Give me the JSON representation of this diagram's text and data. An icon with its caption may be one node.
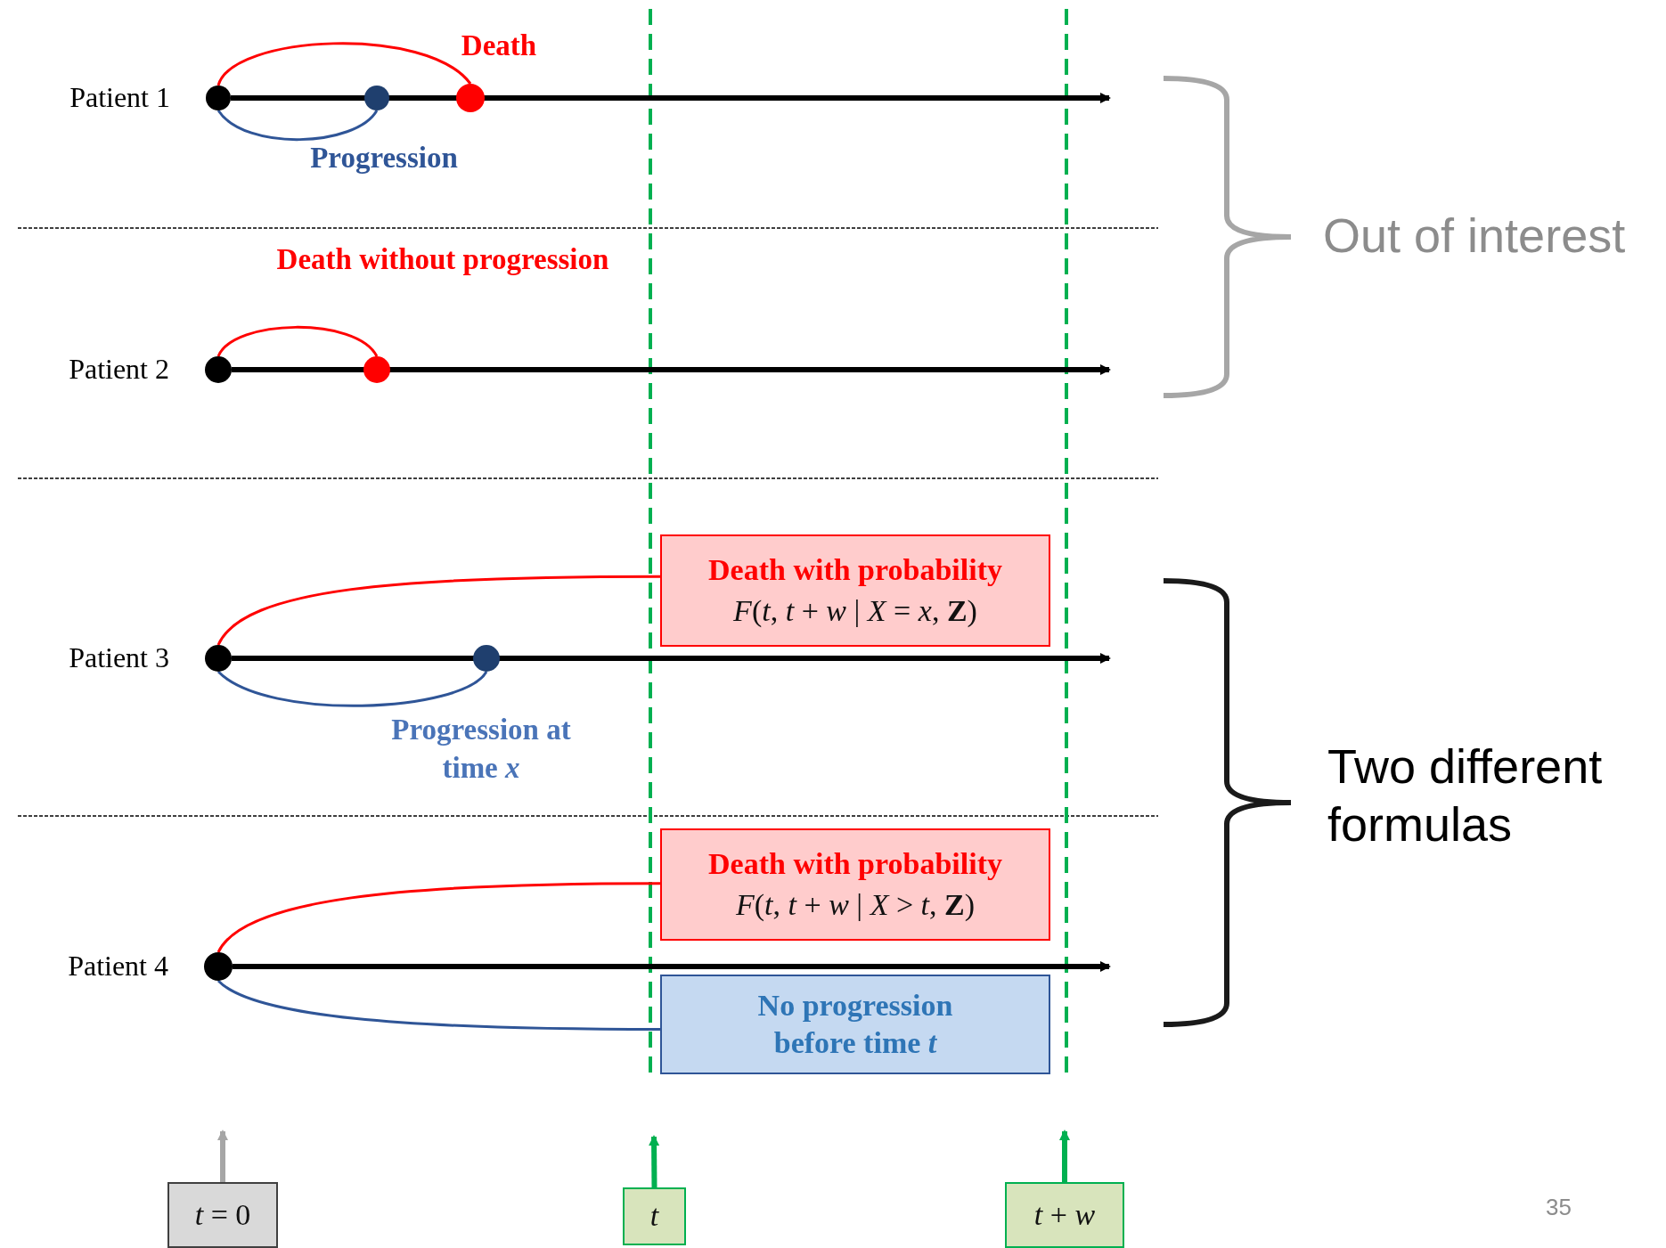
{
  "diagram": {
    "nodes": [
      {
        "text": [],
        "shape": "circle",
        "beside": [
          "Patient 1"
        ]
      },
      {
        "text": [],
        "shape": "circle"
      },
      {
        "text": [],
        "shape": "circle"
      },
      {
        "text": [],
        "shape": "circle",
        "beside": [
          "Patient 2"
        ]
      },
      {
        "text": [],
        "shape": "circle"
      },
      {
        "text": [],
        "shape": "circle",
        "beside": [
          "Patient 3"
        ]
      },
      {
        "text": [],
        "shape": "circle"
      },
      {
        "text": [
          "Death with probability",
          "*F*(*t*, *t* + *w* | *X* = *x*, **Z**)"
        ]
      },
      {
        "text": [],
        "shape": "circle",
        "beside": [
          "Patient 4"
        ]
      },
      {
        "text": [
          "Death with probability",
          "*F*(*t*, *t* + *w* | *X* > *t*, **Z**)"
        ]
      },
      {
        "text": [
          "No progression before time *t*"
        ]
      },
      {
        "text": [
          "*t* = 0"
        ]
      },
      {
        "text": [
          "*t*"
        ]
      },
      {
        "text": [
          "*t* + *w*"
        ]
      }
    ],
    "edges": [
      {
        "from": 0,
        "to": null,
        "arrow": "to",
        "style": "thick"
      },
      {
        "from": 0,
        "to": 2,
        "arrow": "none",
        "label": "Death",
        "color": "#ff0000"
      },
      {
        "from": 0,
        "to": 1,
        "arrow": "none",
        "label": "Progression",
        "color": "#2f5597"
      },
      {
        "from": 3,
        "to": null,
        "arrow": "to",
        "style": "thick"
      },
      {
        "from": 3,
        "to": 4,
        "arrow": "none",
        "label": "Death without progression",
        "color": "#ff0000"
      },
      {
        "from": 5,
        "to": null,
        "arrow": "to",
        "style": "thick"
      },
      {
        "from": 5,
        "to": 7,
        "arrow": "none",
        "color": "#ff0000"
      },
      {
        "from": 5,
        "to": 6,
        "arrow": "none",
        "label": "Progression at time *x*",
        "color": "#2f5597"
      },
      {
        "from": 8,
        "to": null,
        "arrow": "to",
        "style": "thick"
      },
      {
        "from": 8,
        "to": 9,
        "arrow": "none",
        "color": "#ff0000"
      },
      {
        "from": 8,
        "to": 10,
        "arrow": "none",
        "color": "#2f5597"
      },
      {
        "from": 11,
        "to": null,
        "arrow": "to",
        "color": "#a6a6a6",
        "style": "thick"
      },
      {
        "from": 12,
        "to": null,
        "arrow": "to",
        "color": "#00b050",
        "style": "thick"
      },
      {
        "from": 13,
        "to": null,
        "arrow": "to",
        "color": "#00b050",
        "style": "thick"
      }
    ],
    "labels": [
      "Out of interest",
      "Two different formulas",
      "35"
    ]
  }
}
